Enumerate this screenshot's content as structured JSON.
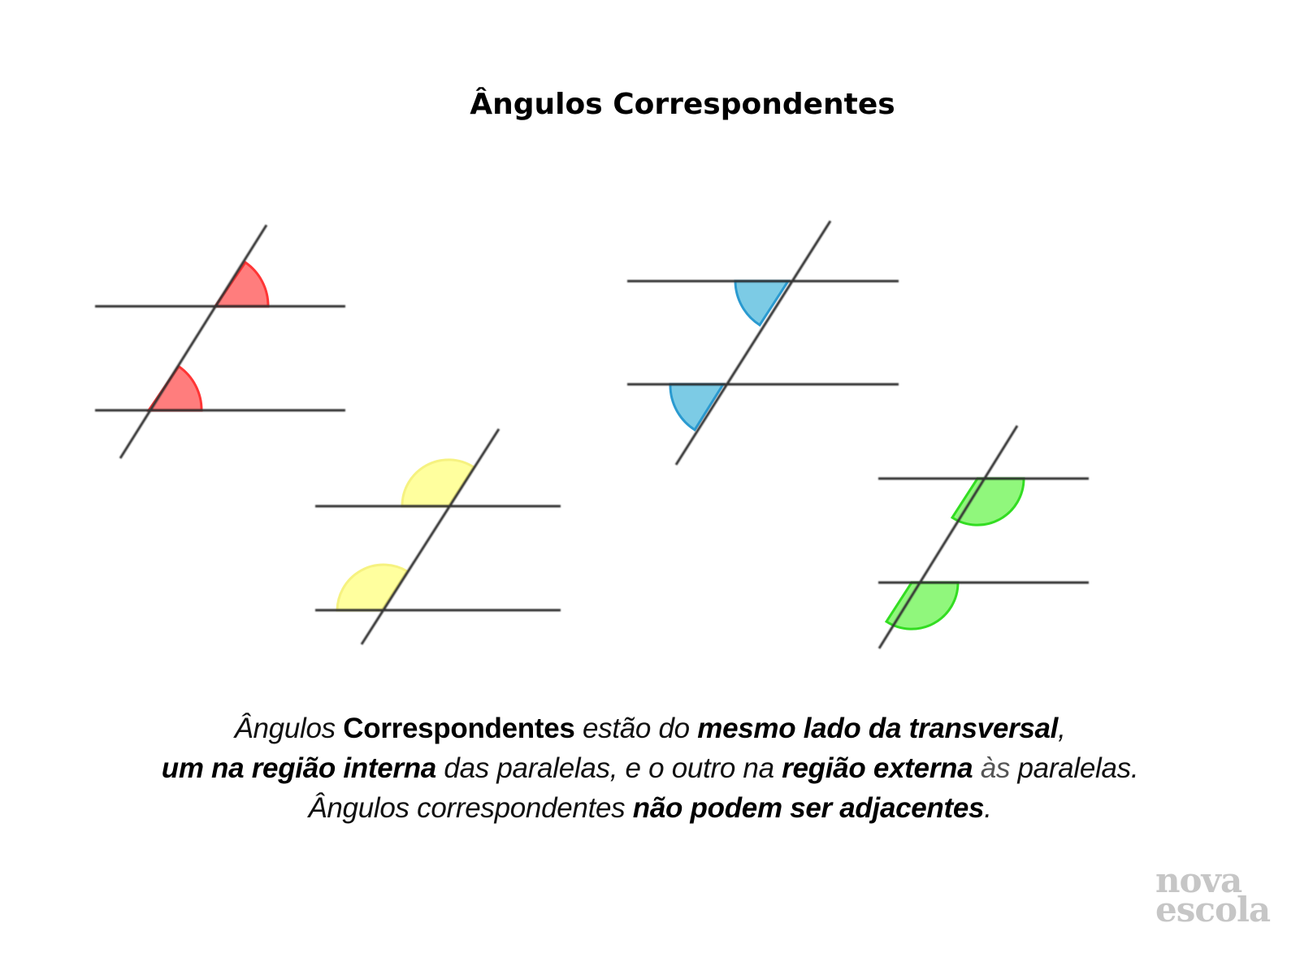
{
  "title": "Ângulos Correspondentes",
  "diagrams": [
    {
      "name": "red-pair",
      "color": "#ff4d4d",
      "stroke": "#ff2020",
      "description": "both angles above right of transversal"
    },
    {
      "name": "yellow-pair",
      "color": "#ffff80",
      "stroke": "#f5f060",
      "description": "both angles above left of transversal"
    },
    {
      "name": "blue-pair",
      "color": "#4fb3dc",
      "stroke": "#2a9ad0",
      "description": "both angles below left of transversal"
    },
    {
      "name": "green-pair",
      "color": "#66ff55",
      "stroke": "#33dd22",
      "description": "both angles below right of transversal"
    }
  ],
  "caption": {
    "line1": {
      "p1": "Ângulos ",
      "b1": "Correspondentes",
      "p2": " estão do ",
      "b2": "mesmo lado da transversal",
      "p3": ","
    },
    "line2": {
      "b1": "um na região interna",
      "p1": " das paralelas, e o outro na ",
      "b2": "região externa",
      "p2": " às",
      "p3": " paralelas."
    },
    "line3": {
      "p1": "Ângulos correspondentes ",
      "b1": "não podem ser adjacentes",
      "p2": "."
    }
  },
  "logo": {
    "line1": "nova",
    "line2": "escola",
    "color": "#c6c6c6"
  }
}
